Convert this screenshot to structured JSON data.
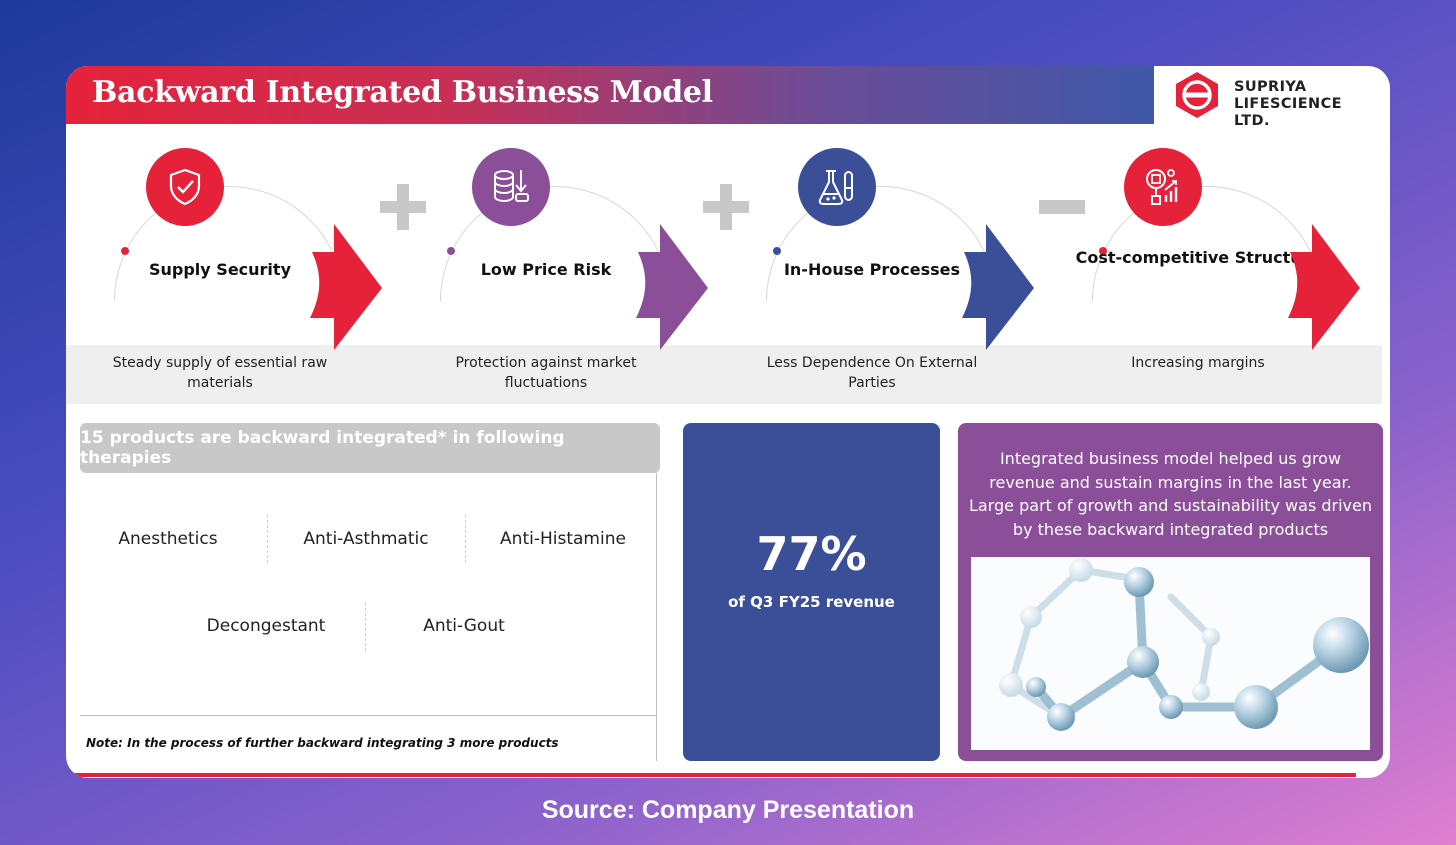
{
  "header": {
    "title": "Backward Integrated Business Model"
  },
  "logo": {
    "line1": "SUPRIYA",
    "line2": "LIFESCIENCE LTD."
  },
  "stages": [
    {
      "title": "Supply  Security",
      "desc": "Steady supply of  essential raw materials",
      "color": "#e6223a",
      "icon": "shield-check-icon"
    },
    {
      "title": "Low Price Risk",
      "desc": "Protection against market fluctuations",
      "color": "#8a4f98",
      "icon": "coin-stack-icon"
    },
    {
      "title": "In-House Processes",
      "desc": "Less Dependence On External Parties",
      "color": "#3a4f98",
      "icon": "lab-flask-icon"
    },
    {
      "title": "Cost-competitive Structure",
      "desc": "Increasing  margins",
      "color": "#e6223a",
      "icon": "cost-chart-icon"
    }
  ],
  "operators": [
    "+",
    "+",
    "−"
  ],
  "therapies": {
    "heading": "15 products are backward  integrated* in following therapies",
    "items": [
      "Anesthetics",
      "Anti-Asthmatic",
      "Anti-Histamine",
      "Decongestant",
      "Anti-Gout"
    ],
    "note": "Note: In the process of further backward integrating 3 more products"
  },
  "stat": {
    "value": "77%",
    "label": "of Q3 FY25  revenue"
  },
  "info": {
    "text": "Integrated business model helped us grow revenue and sustain margins in the last year. Large part of growth and sustainability was driven by these backward integrated products"
  },
  "source": "Source: Company Presentation",
  "colors": {
    "red": "#e6223a",
    "purple": "#8a4f98",
    "blue": "#3a4f98",
    "grey": "#c8c8c8"
  }
}
